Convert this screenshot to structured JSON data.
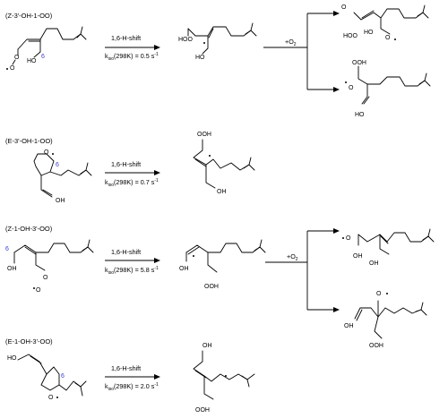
{
  "reactions": [
    {
      "species_label": "(Z-3'-OH-1-OO)",
      "arrow_label": "1,6-H-shift",
      "rate_text": "= 0.5 s",
      "rate_sup": "-1",
      "o2_label": "+O",
      "o2_sub": "2"
    },
    {
      "species_label": "(E-3'-OH-1-OO)",
      "arrow_label": "1,6-H-shift",
      "rate_text": "= 0.7 s",
      "rate_sup": "-1"
    },
    {
      "species_label": "(Z-1-OH-3'-OO)",
      "arrow_label": "1,6-H-shift",
      "rate_text": "= 5.8 s",
      "rate_sup": "-1",
      "o2_label": "+O",
      "o2_sub": "2"
    },
    {
      "species_label": "(E-1-OH-3'-OO)",
      "arrow_label": "1,6-H-shift",
      "rate_text": "= 2.0 s",
      "rate_sup": "-1"
    }
  ],
  "rate_symbol": "k",
  "rate_symbol_sub": "iso",
  "rate_temp": "(298K)",
  "atoms": {
    "ho": "HO",
    "oh": "OH",
    "hoo": "HOO",
    "ooh": "OOH",
    "o": "O",
    "oo": "O",
    "ho_short": "HO",
    "oh_short": "OH"
  },
  "site_number": "6",
  "colors": {
    "site_number": "#3b3bd6",
    "lines": "#000000"
  }
}
